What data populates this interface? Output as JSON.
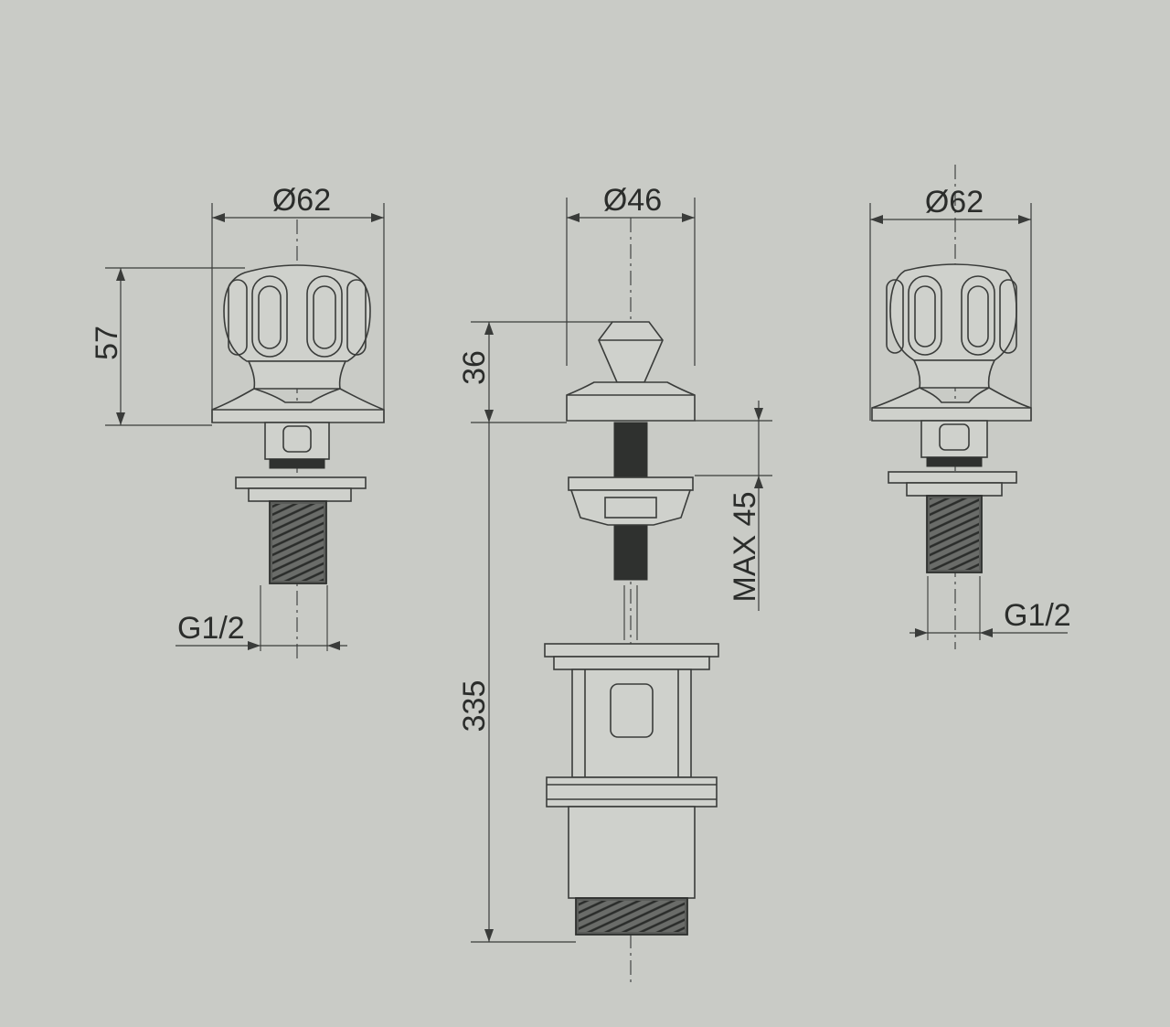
{
  "diagram": {
    "components": [
      {
        "id": "left-valve",
        "diameter_label": "Ø62",
        "height_label": "57",
        "thread_label": "G1/2"
      },
      {
        "id": "center-waste",
        "diameter_label": "Ø46",
        "knob_height_label": "36",
        "max_thickness_label": "MAX 45",
        "total_length_label": "335"
      },
      {
        "id": "right-valve",
        "diameter_label": "Ø62",
        "thread_label": "G1/2"
      }
    ]
  }
}
